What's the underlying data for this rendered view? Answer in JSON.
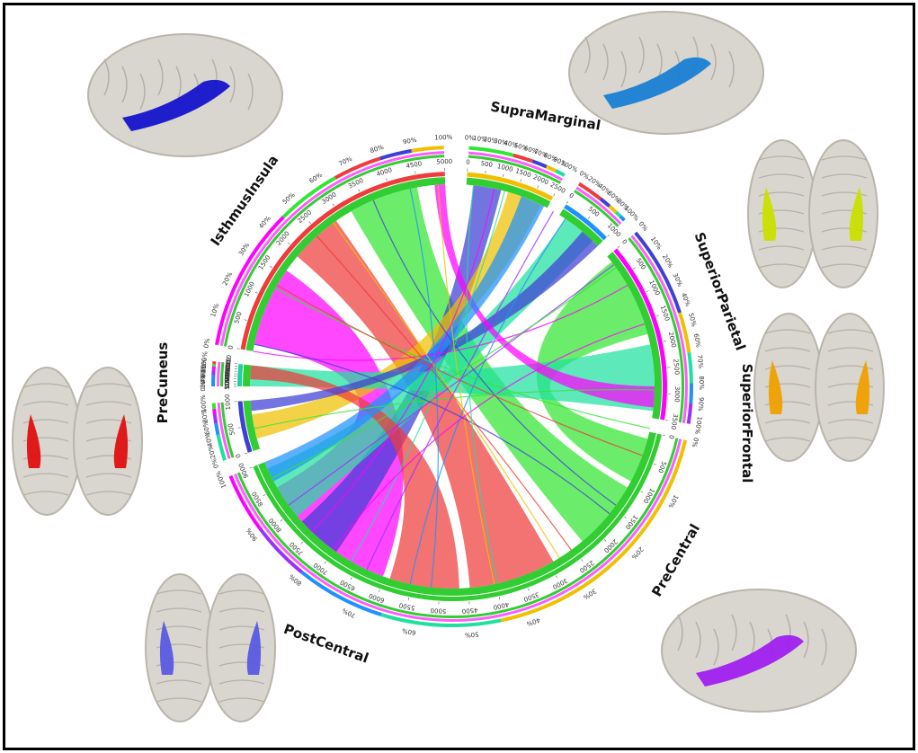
{
  "regions": [
    {
      "key": "supramarginal",
      "label": "SupraMarginal",
      "color": "#ee3b3b",
      "start": -80,
      "end": -2
    },
    {
      "key": "superiorparietal",
      "label": "SuperiorParietal",
      "color": "#f0c000",
      "start": 4,
      "end": 28
    },
    {
      "key": "superiorfrontal",
      "label": "SuperiorFrontal",
      "color": "#1e90ff",
      "start": 32,
      "end": 46
    },
    {
      "key": "precentral",
      "label": "PreCentral",
      "color": "#ff00ff",
      "start": 50,
      "end": 99
    },
    {
      "key": "postcentral",
      "label": "PostCentral",
      "color": "#32cd32",
      "start": 103,
      "end": 248
    },
    {
      "key": "precuneus",
      "label": "PreCuneus",
      "color": "#3f3fd6",
      "start": 252,
      "end": 266
    },
    {
      "key": "isthmusinsula",
      "label": "IsthmusInsula",
      "color": "#20d0a0",
      "start": 270,
      "end": 276
    }
  ],
  "chord_colors": [
    "#ff00ff",
    "#32e632",
    "#ee3b3b",
    "#3f3fd6",
    "#f0c000",
    "#20e0a0",
    "#1e90ff",
    "#9b30ff"
  ],
  "brains": [
    {
      "key": "insula",
      "view": "lateral",
      "highlight": "#1414cc"
    },
    {
      "key": "supramarginal",
      "view": "lateral",
      "highlight": "#1a7fd4"
    },
    {
      "key": "superiorparietal",
      "view": "top",
      "highlight": "#c8e000"
    },
    {
      "key": "superiorfrontal",
      "view": "top",
      "highlight": "#f0a000"
    },
    {
      "key": "precuneus",
      "view": "top",
      "highlight": "#e01010"
    },
    {
      "key": "postcentral",
      "view": "top",
      "highlight": "#5a5ae0"
    },
    {
      "key": "precentral",
      "view": "lateral",
      "highlight": "#a020f0"
    }
  ],
  "ticks": {
    "supramarginal": [
      "0",
      "500",
      "1000",
      "1500",
      "2000",
      "2500",
      "3000",
      "3500",
      "4000",
      "4500",
      "5000"
    ],
    "superiorparietal": [
      "0",
      "500",
      "1000",
      "1500",
      "2000",
      "2500"
    ],
    "superiorfrontal": [
      "0",
      "500",
      "1000"
    ],
    "precentral": [
      "0",
      "500",
      "1000",
      "1500",
      "2000",
      "2500",
      "3000",
      "3500"
    ],
    "postcentral": [
      "0",
      "500",
      "1000",
      "1500",
      "2000",
      "2500",
      "3000",
      "3500",
      "4000",
      "4500",
      "5000",
      "5500",
      "6000",
      "6500",
      "7000",
      "7500",
      "8000",
      "8500",
      "9000"
    ],
    "precuneus": [
      "0",
      "500",
      "1000"
    ],
    "isthmusinsula": [
      "0",
      "500",
      "1000",
      "1500",
      "2000",
      "2500",
      "3000",
      "3500",
      "4000",
      "4500"
    ]
  },
  "percent_ticks": [
    "0%",
    "10%",
    "20%",
    "30%",
    "40%",
    "50%",
    "60%",
    "70%",
    "80%",
    "90%",
    "100%"
  ]
}
